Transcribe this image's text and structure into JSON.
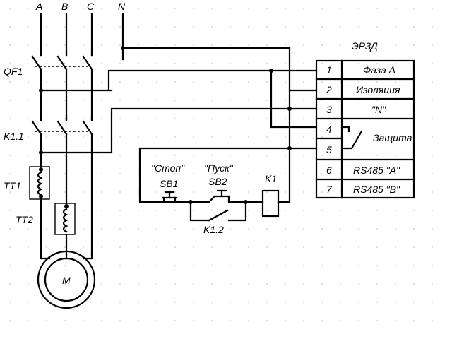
{
  "phases": {
    "a": "A",
    "b": "B",
    "c": "C",
    "n": "N"
  },
  "components": {
    "breaker": "QF1",
    "contactor_main": "K1.1",
    "ct1": "TT1",
    "ct2": "TT2",
    "motor": "M",
    "stop_caption": "\"Стоп\"",
    "stop_button": "SB1",
    "start_caption": "\"Пуск\"",
    "start_button": "SB2",
    "coil": "K1",
    "aux_contact": "K1.2"
  },
  "relay": {
    "title": "ЭРЗД",
    "terminals": [
      {
        "num": "1",
        "label": "Фаза А"
      },
      {
        "num": "2",
        "label": "Изоляция"
      },
      {
        "num": "3",
        "label": "\"N\""
      },
      {
        "num": "4",
        "label": ""
      },
      {
        "num": "5",
        "label": ""
      },
      {
        "num": "6",
        "label": "RS485 \"A\""
      },
      {
        "num": "7",
        "label": "RS485 \"B\""
      }
    ],
    "protection_label": "Защита"
  }
}
